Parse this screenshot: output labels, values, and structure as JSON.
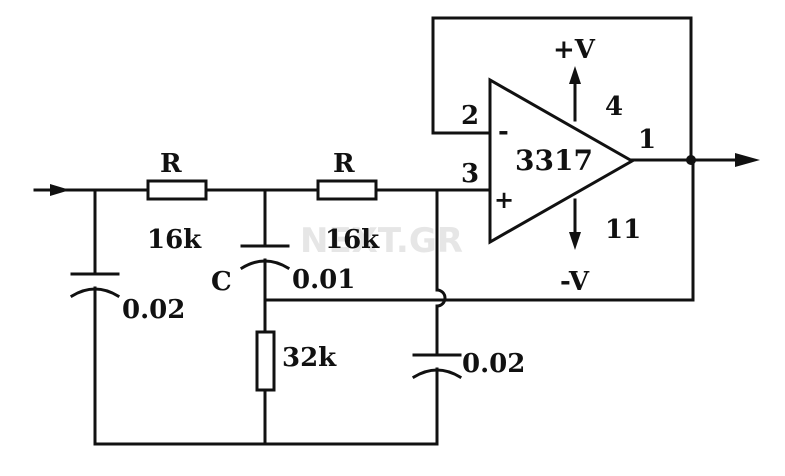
{
  "diagram": {
    "opamp": {
      "part": "3317",
      "pin_inverting": "2",
      "pin_noninverting": "3",
      "pin_output": "1",
      "pin_vplus": "4",
      "pin_vminus": "11",
      "sign_inv": "-",
      "sign_noninv": "+"
    },
    "supply": {
      "positive": "+V",
      "negative": "-V"
    },
    "resistors": {
      "r1_name": "R",
      "r1_value": "16k",
      "r2_name": "R",
      "r2_value": "16k",
      "r3_value": "32k"
    },
    "capacitors": {
      "c_name": "C",
      "c_value": "0.01",
      "c_in_value": "0.02",
      "c_out_value": "0.02"
    },
    "watermark": "NEXT.GR"
  }
}
